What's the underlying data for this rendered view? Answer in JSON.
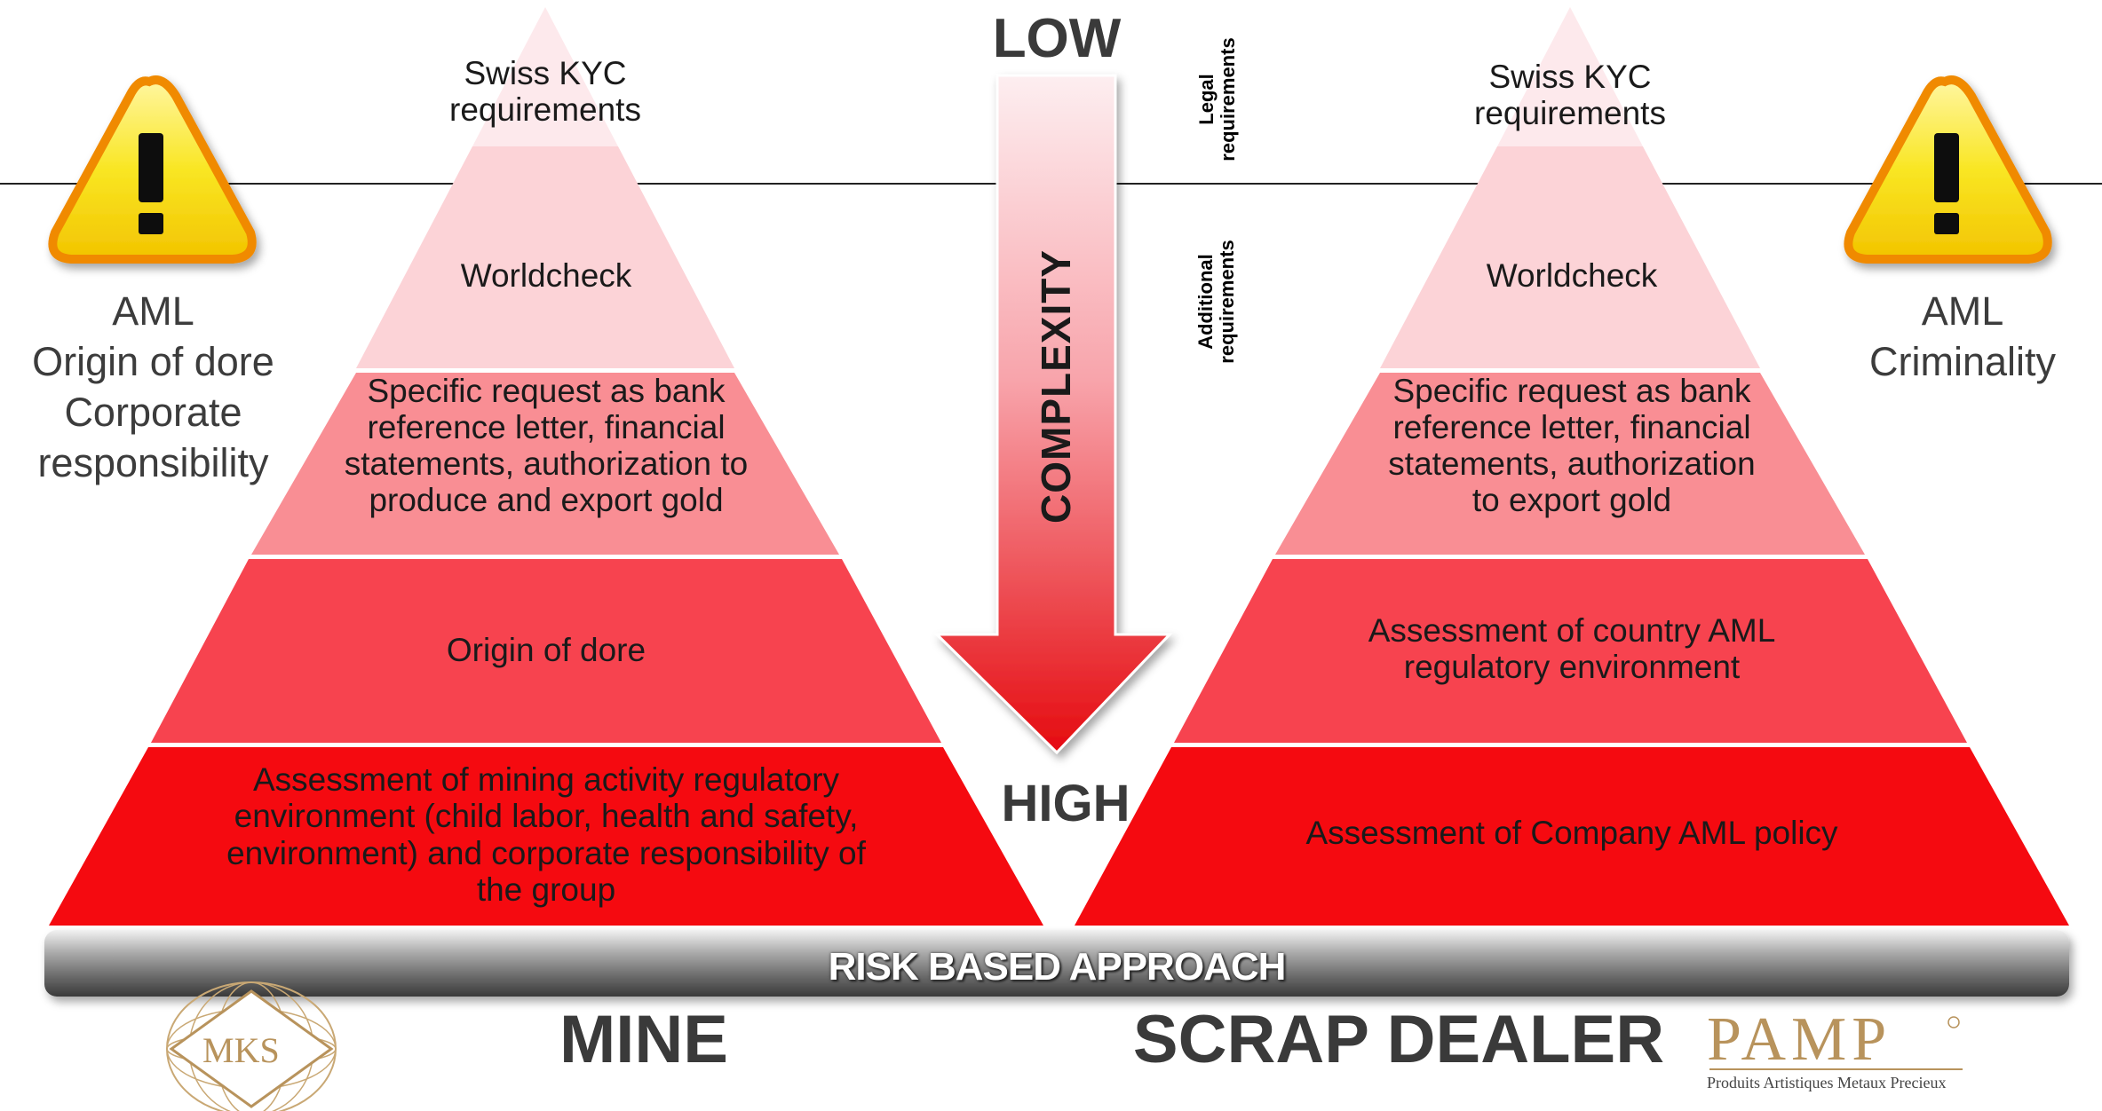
{
  "top_label": "LOW",
  "bottom_label": "HIGH",
  "arrow_label": "COMPLEXITY",
  "legal_label": "Legal requirements",
  "additional_label": "Additional requirements",
  "banner": "RISK BASED APPROACH",
  "left_pyramid": {
    "title": "MINE",
    "levels": [
      "Swiss KYC requirements",
      "Worldcheck",
      "Specific request as bank reference letter, financial statements, authorization to produce and export gold",
      "Origin of dore",
      "Assessment of mining activity regulatory environment (child labor, health and safety, environment) and corporate responsibility of the group"
    ]
  },
  "right_pyramid": {
    "title": "SCRAP DEALER",
    "levels": [
      "Swiss KYC requirements",
      "Worldcheck",
      "Specific request as bank reference letter, financial statements, authorization to export gold",
      "Assessment of country AML regulatory environment",
      "Assessment of Company AML policy"
    ]
  },
  "left_warning": {
    "icon": "warning-icon",
    "lines": [
      "AML",
      "Origin of dore",
      "Corporate",
      "responsibility"
    ]
  },
  "right_warning": {
    "icon": "warning-icon",
    "lines": [
      "AML",
      "Criminality"
    ]
  },
  "logos": {
    "left": "MKS",
    "right": "PAMP",
    "right_subtitle": "Produits Artistiques Metaux Precieux"
  },
  "colors": {
    "level1": "#fde9ec",
    "level2": "#fcd3d7",
    "level3": "#f98e94",
    "level4": "#f7434f",
    "level5": "#f50a10",
    "warning_yellow": "#f7e21a",
    "warning_border": "#f08a00",
    "gold": "#b8935c"
  }
}
